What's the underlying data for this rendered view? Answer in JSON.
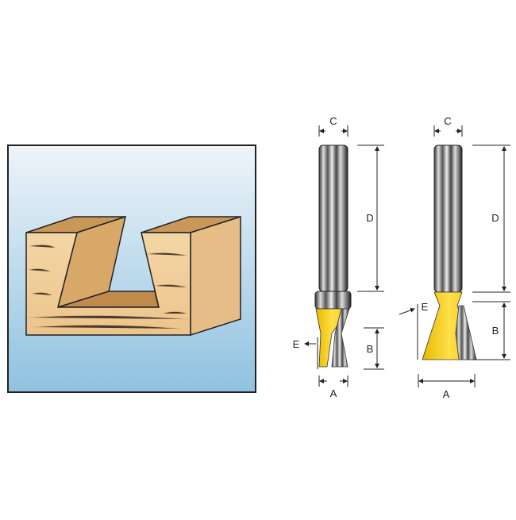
{
  "diagram": {
    "left_bit": {
      "labels": {
        "a": "A",
        "b": "B",
        "c": "C",
        "d": "D",
        "e": "E"
      }
    },
    "right_bit": {
      "labels": {
        "a": "A",
        "b": "B",
        "c": "C",
        "d": "D",
        "e": "E"
      }
    },
    "colors": {
      "cutter": "#f5c800",
      "panel_top": "#eef4fa",
      "panel_bottom": "#8fc2e0",
      "wood": "#f0cf9a",
      "wood_dark": "#c99859"
    }
  }
}
